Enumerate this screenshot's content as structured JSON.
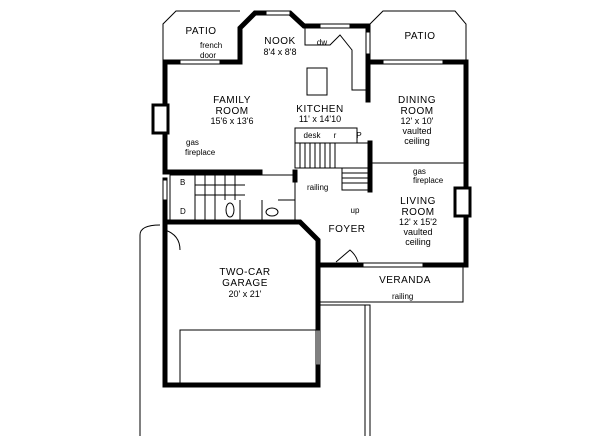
{
  "rooms": {
    "patio_left": {
      "name": "PATIO"
    },
    "patio_right": {
      "name": "PATIO"
    },
    "nook": {
      "name": "NOOK",
      "size": "8'4 x 8'8"
    },
    "family": {
      "name1": "FAMILY",
      "name2": "ROOM",
      "size": "15'6 x 13'6"
    },
    "kitchen": {
      "name": "KITCHEN",
      "size": "11' x 14'10"
    },
    "dining": {
      "name1": "DINING",
      "name2": "ROOM",
      "size": "12' x 10'",
      "note1": "vaulted",
      "note2": "ceiling"
    },
    "living": {
      "name1": "LIVING",
      "name2": "ROOM",
      "size": "12' x 15'2",
      "note1": "vaulted",
      "note2": "ceiling"
    },
    "foyer": {
      "name": "FOYER"
    },
    "garage": {
      "name1": "TWO-CAR",
      "name2": "GARAGE",
      "size": "20' x 21'"
    },
    "veranda": {
      "name": "VERANDA"
    }
  },
  "notes": {
    "french_door1": "french",
    "french_door2": "door",
    "gas_fireplace_left1": "gas",
    "gas_fireplace_left2": "fireplace",
    "gas_fireplace_right1": "gas",
    "gas_fireplace_right2": "fireplace",
    "railing_stairs": "railing",
    "railing_veranda": "railing",
    "up": "up",
    "dw": "dw",
    "desk": "desk",
    "pantry": "P",
    "ref": "r",
    "bath_b": "B",
    "bath_d": "D"
  }
}
